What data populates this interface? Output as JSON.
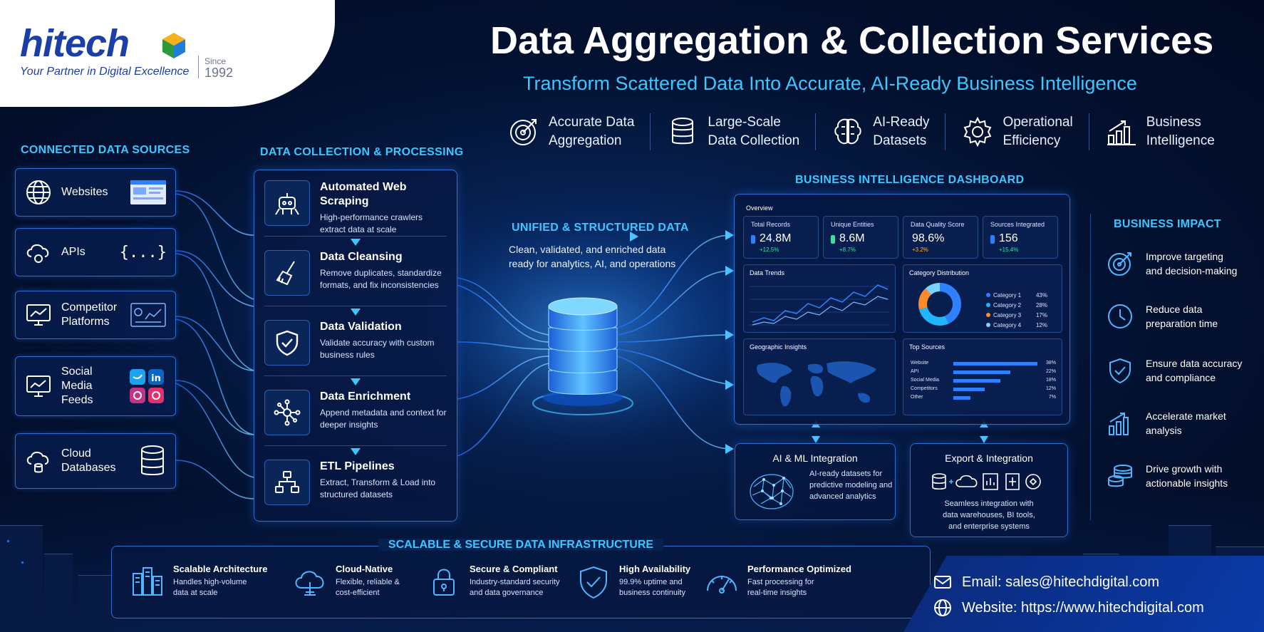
{
  "brand": {
    "name": "hitech",
    "tagline": "Your Partner in Digital Excellence",
    "since_label": "Since",
    "since_year": "1992"
  },
  "header": {
    "title": "Data Aggregation & Collection Services",
    "subtitle": "Transform Scattered Data Into Accurate, AI-Ready Business Intelligence"
  },
  "features": [
    {
      "icon": "target-icon",
      "label": "Accurate Data\nAggregation"
    },
    {
      "icon": "database-icon",
      "label": "Large-Scale\nData Collection"
    },
    {
      "icon": "brain-icon",
      "label": "AI-Ready\nDatasets"
    },
    {
      "icon": "gear-icon",
      "label": "Operational\nEfficiency"
    },
    {
      "icon": "bar-chart-icon",
      "label": "Business\nIntelligence"
    }
  ],
  "sources": {
    "title": "CONNECTED DATA SOURCES",
    "items": [
      {
        "icon": "globe-icon",
        "label": "Websites"
      },
      {
        "icon": "cloud-gear-icon",
        "label": "APIs",
        "extra": "{...}"
      },
      {
        "icon": "monitor-chart-icon",
        "label": "Competitor Platforms"
      },
      {
        "icon": "social-monitor-icon",
        "label": "Social Media Feeds"
      },
      {
        "icon": "cloud-database-icon",
        "label": "Cloud Databases"
      }
    ]
  },
  "processing": {
    "title": "DATA COLLECTION & PROCESSING",
    "steps": [
      {
        "icon": "robot-icon",
        "title": "Automated Web Scraping",
        "desc": "High-performance crawlers extract data at scale"
      },
      {
        "icon": "broom-icon",
        "title": "Data Cleansing",
        "desc": "Remove duplicates, standardize formats, and fix inconsistencies"
      },
      {
        "icon": "shield-check-icon",
        "title": "Data Validation",
        "desc": "Validate accuracy with custom business rules"
      },
      {
        "icon": "network-icon",
        "title": "Data Enrichment",
        "desc": "Append metadata and context for deeper insights"
      },
      {
        "icon": "pipeline-icon",
        "title": "ETL Pipelines",
        "desc": "Extract, Transform & Load into structured datasets"
      }
    ]
  },
  "unified": {
    "title": "UNIFIED & STRUCTURED DATA",
    "desc": "Clean, validated, and enriched data\nready for analytics, AI, and operations"
  },
  "dashboard": {
    "title": "BUSINESS INTELLIGENCE DASHBOARD",
    "overview_label": "Overview",
    "kpis": [
      {
        "label": "Total Records",
        "value": "24.8M",
        "delta": "+12.5%",
        "color": "#2f80ff"
      },
      {
        "label": "Unique Entities",
        "value": "8.6M",
        "delta": "+8.7%",
        "color": "#3ee0a0"
      },
      {
        "label": "Data Quality Score",
        "value": "98.6%",
        "delta": "+3.2%",
        "color": "#ffb43e"
      },
      {
        "label": "Sources Integrated",
        "value": "156",
        "delta": "+15.4%",
        "color": "#2f80ff"
      }
    ],
    "trends_title": "Data Trends",
    "category_title": "Category Distribution",
    "categories": [
      {
        "label": "Category 1",
        "pct": "43%",
        "value": 43,
        "color": "#2f80ff"
      },
      {
        "label": "Category 2",
        "pct": "28%",
        "value": 28,
        "color": "#1fb5ff"
      },
      {
        "label": "Category 3",
        "pct": "17%",
        "value": 17,
        "color": "#ff8a2e"
      },
      {
        "label": "Category 4",
        "pct": "12%",
        "value": 12,
        "color": "#7ad2ff"
      }
    ],
    "geo_title": "Geographic Insights",
    "top_sources_title": "Top Sources",
    "top_sources": [
      {
        "label": "Website",
        "pct": "38%",
        "value": 38
      },
      {
        "label": "API",
        "pct": "22%",
        "value": 22
      },
      {
        "label": "Social Media",
        "pct": "18%",
        "value": 18
      },
      {
        "label": "Competitors",
        "pct": "12%",
        "value": 12
      },
      {
        "label": "Other",
        "pct": "7%",
        "value": 7
      }
    ]
  },
  "ai_ml": {
    "title": "AI & ML Integration",
    "desc": "AI-ready datasets for\npredictive modeling and\nadvanced analytics"
  },
  "export": {
    "title": "Export & Integration",
    "desc": "Seamless integration with\ndata warehouses, BI tools,\nand enterprise systems"
  },
  "impact": {
    "title": "BUSINESS IMPACT",
    "items": [
      {
        "icon": "target-icon",
        "label": "Improve targeting\nand decision-making"
      },
      {
        "icon": "clock-icon",
        "label": "Reduce data\npreparation time"
      },
      {
        "icon": "shield-check-icon",
        "label": "Ensure data accuracy\nand compliance"
      },
      {
        "icon": "bar-chart-icon",
        "label": "Accelerate market\nanalysis"
      },
      {
        "icon": "coins-icon",
        "label": "Drive growth with\nactionable insights"
      }
    ]
  },
  "infrastructure": {
    "title": "SCALABLE & SECURE DATA INFRASTRUCTURE",
    "items": [
      {
        "icon": "server-icon",
        "title": "Scalable Architecture",
        "desc": "Handles high-volume\ndata at scale"
      },
      {
        "icon": "cloud-icon",
        "title": "Cloud-Native",
        "desc": "Flexible, reliable &\ncost-efficient"
      },
      {
        "icon": "lock-icon",
        "title": "Secure & Compliant",
        "desc": "Industry-standard security\nand data governance"
      },
      {
        "icon": "shield-check-icon",
        "title": "High Availability",
        "desc": "99.9% uptime and\nbusiness continuity"
      },
      {
        "icon": "gauge-icon",
        "title": "Performance Optimized",
        "desc": "Fast processing for\nreal-time insights"
      }
    ]
  },
  "contact": {
    "email": "Email: sales@hitechdigital.com",
    "website": "Website: https://www.hitechdigital.com"
  },
  "colors": {
    "accent": "#3ec6ff",
    "brand": "#1b3fa6",
    "background": "#031232"
  }
}
